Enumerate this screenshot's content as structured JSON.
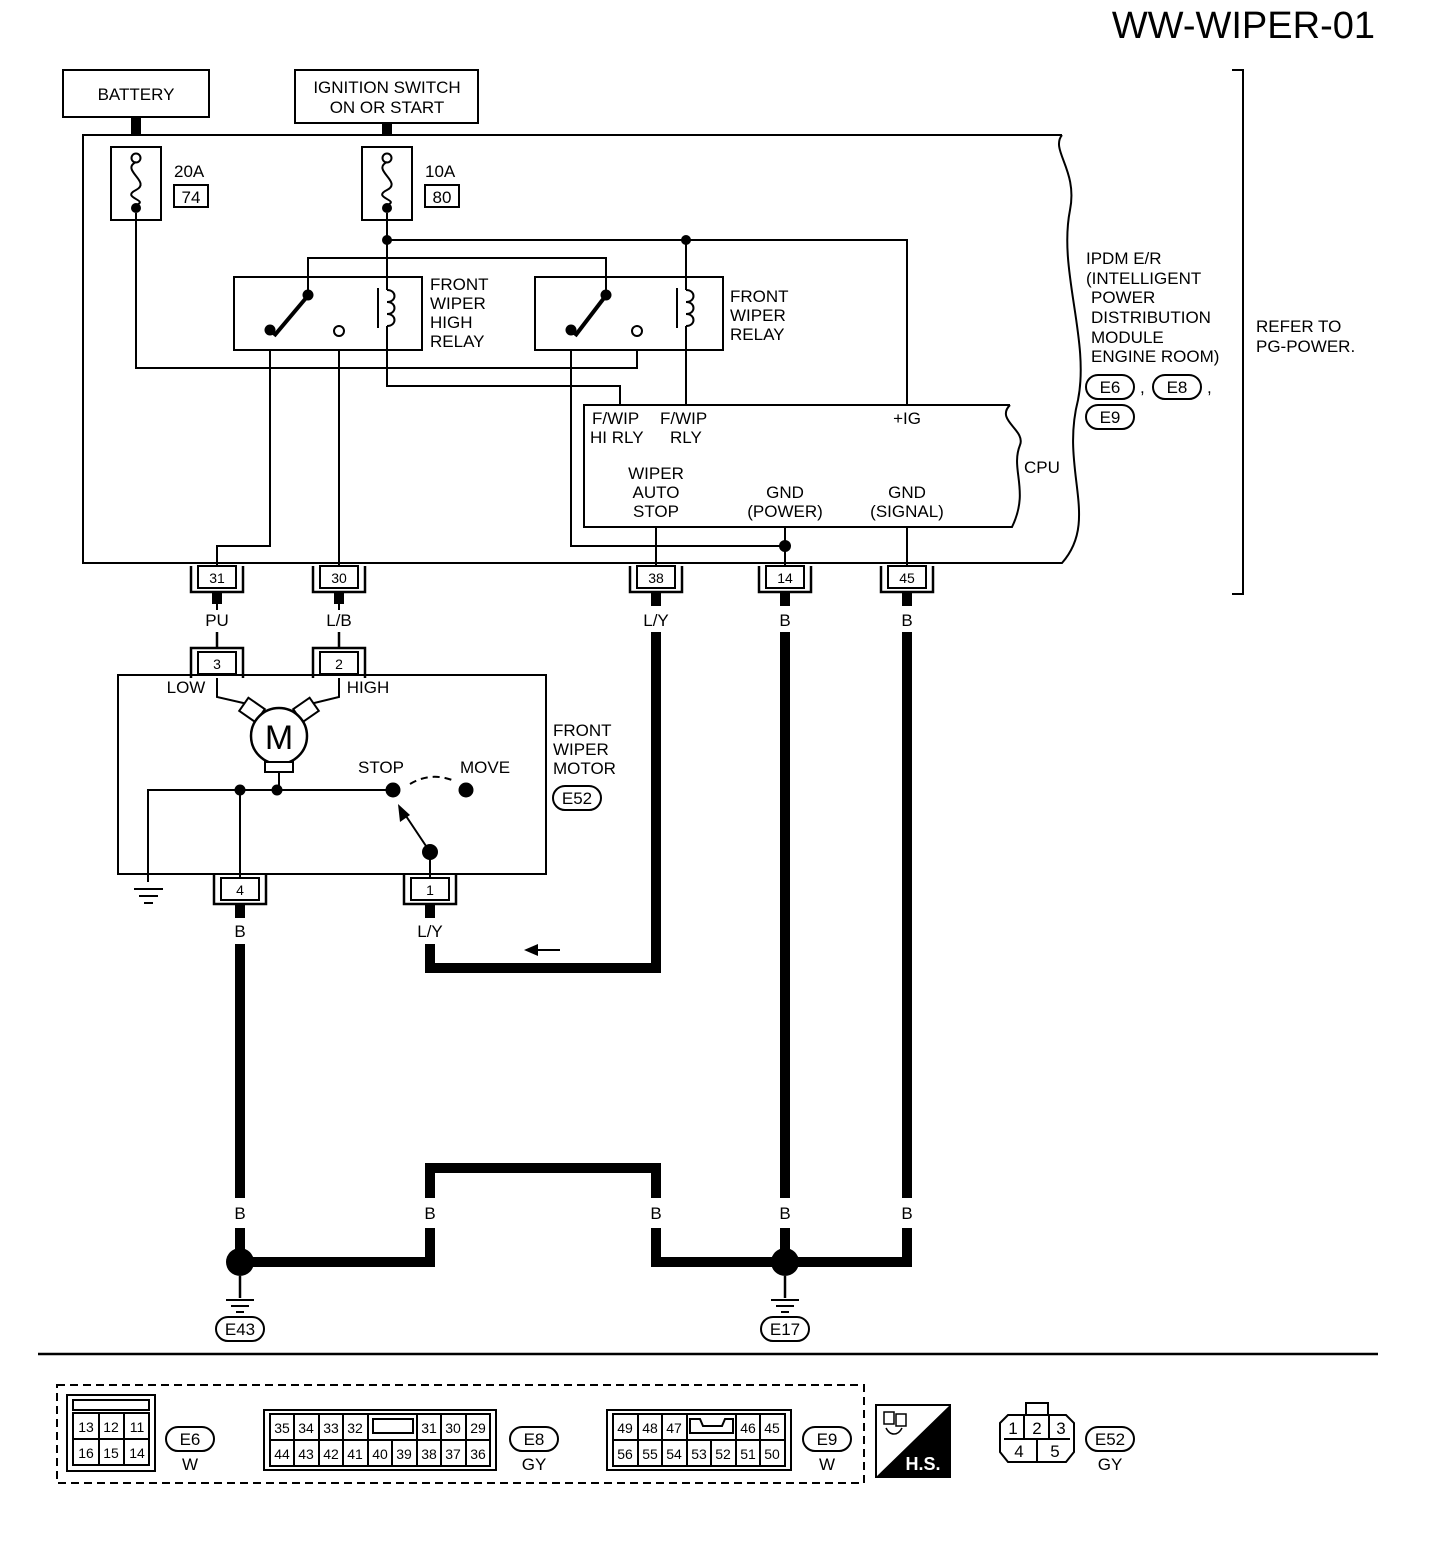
{
  "title": "WW-WIPER-01",
  "sources": {
    "battery": "BATTERY",
    "ignition_line1": "IGNITION SWITCH",
    "ignition_line2": "ON OR START"
  },
  "fuses": [
    {
      "rating": "20A",
      "number": "74"
    },
    {
      "rating": "10A",
      "number": "80"
    }
  ],
  "relays": {
    "high": [
      "FRONT",
      "WIPER",
      "HIGH",
      "RELAY"
    ],
    "main": [
      "FRONT",
      "WIPER",
      "RELAY"
    ]
  },
  "ipdm": {
    "label_lines": [
      "IPDM E/R",
      "(INTELLIGENT",
      "POWER",
      "DISTRIBUTION",
      "MODULE",
      "ENGINE ROOM)"
    ],
    "connectors": [
      "E6",
      "E8",
      "E9"
    ],
    "refer_line1": "REFER TO",
    "refer_line2": "PG-POWER."
  },
  "cpu": {
    "label": "CPU",
    "pins": {
      "hi_rly_1": "F/WIP",
      "hi_rly_2": "HI RLY",
      "rly_1": "F/WIP",
      "rly_2": "RLY",
      "ig": "+IG",
      "auto_stop_1": "WIPER",
      "auto_stop_2": "AUTO",
      "auto_stop_3": "STOP",
      "gnd_power_1": "GND",
      "gnd_power_2": "(POWER)",
      "gnd_signal_1": "GND",
      "gnd_signal_2": "(SIGNAL)"
    }
  },
  "ipdm_terminals": [
    {
      "pin": "31",
      "wire": "PU"
    },
    {
      "pin": "30",
      "wire": "L/B"
    },
    {
      "pin": "38",
      "wire": "L/Y"
    },
    {
      "pin": "14",
      "wire": "B"
    },
    {
      "pin": "45",
      "wire": "B"
    }
  ],
  "motor": {
    "label_lines": [
      "FRONT",
      "WIPER",
      "MOTOR"
    ],
    "connector": "E52",
    "symbol": "M",
    "low": "LOW",
    "high": "HIGH",
    "stop": "STOP",
    "move": "MOVE",
    "top_pins": [
      {
        "pin": "3"
      },
      {
        "pin": "2"
      }
    ],
    "bottom_pins": [
      {
        "pin": "4",
        "wire": "B"
      },
      {
        "pin": "1",
        "wire": "L/Y"
      }
    ]
  },
  "ground_wires": [
    "B",
    "B",
    "B",
    "B",
    "B"
  ],
  "grounds": [
    "E43",
    "E17"
  ],
  "connector_views": {
    "e6": {
      "id": "E6",
      "color": "W",
      "row1": [
        "13",
        "12",
        "11"
      ],
      "row2": [
        "16",
        "15",
        "14"
      ]
    },
    "e8": {
      "id": "E8",
      "color": "GY",
      "row1a": [
        "35",
        "34",
        "33",
        "32"
      ],
      "row1b": [
        "31",
        "30",
        "29"
      ],
      "row2": [
        "44",
        "43",
        "42",
        "41",
        "40",
        "39",
        "38",
        "37",
        "36"
      ]
    },
    "e9": {
      "id": "E9",
      "color": "W",
      "row1a": [
        "49",
        "48",
        "47"
      ],
      "row1b": [
        "46",
        "45"
      ],
      "row2": [
        "56",
        "55",
        "54",
        "53",
        "52",
        "51",
        "50"
      ]
    },
    "hs": "H.S.",
    "e52": {
      "id": "E52",
      "color": "GY",
      "row1": [
        "1",
        "2",
        "3"
      ],
      "row2": [
        "4",
        "5"
      ]
    }
  }
}
